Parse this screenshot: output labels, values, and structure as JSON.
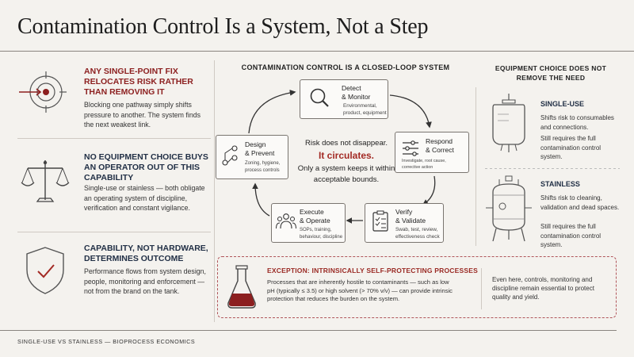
{
  "title": "Contamination Control Is a System, Not a Step",
  "left": [
    {
      "heading": "ANY SINGLE-POINT FIX RELOCATES RISK RATHER THAN REMOVING IT",
      "body": "Blocking one pathway simply shifts pressure to another. The system finds the next weakest link."
    },
    {
      "heading": "NO EQUIPMENT CHOICE BUYS AN OPERATOR OUT OF THIS CAPABILITY",
      "body": "Single-use or stainless — both obligate an operating system of discipline, verification and constant vigilance."
    },
    {
      "heading": "CAPABILITY, NOT HARDWARE, DETERMINES OUTCOME",
      "body": "Performance flows from system design, people, monitoring and enforcement — not from the brand on the tank."
    }
  ],
  "center": {
    "title": "CONTAMINATION CONTROL IS A CLOSED-LOOP SYSTEM",
    "nodes": {
      "detect": {
        "title1": "Detect",
        "title2": "& Monitor",
        "sub1": "Environmental,",
        "sub2": "product, equipment"
      },
      "respond": {
        "title1": "Respond",
        "title2": "& Correct",
        "sub1": "Investigate, root cause,",
        "sub2": "corrective action"
      },
      "verify": {
        "title1": "Verify",
        "title2": "& Validate",
        "sub1": "Swab, test, review,",
        "sub2": "effectiveness check"
      },
      "execute": {
        "title1": "Execute",
        "title2": "& Operate",
        "sub1": "SOPs, training,",
        "sub2": "behaviour, discipline"
      },
      "design": {
        "title1": "Design",
        "title2": "& Prevent",
        "sub1": "Zoning, hygiene,",
        "sub2": "process controls"
      }
    },
    "line1": "Risk does not disappear.",
    "line2": "It circulates.",
    "line3": "Only a system keeps it within acceptable bounds."
  },
  "right": {
    "title": "EQUIPMENT CHOICE DOES NOT REMOVE THE NEED",
    "single_use": {
      "heading": "SINGLE-USE",
      "p1": "Shifts risk to consumables and connections.",
      "p2": "Still requires the full contamination control system."
    },
    "stainless": {
      "heading": "STAINLESS",
      "p1": "Shifts risk to cleaning, validation and dead spaces.",
      "p2": "Still requires the full contamination control system."
    }
  },
  "exception": {
    "heading": "EXCEPTION: INTRINSICALLY SELF-PROTECTING PROCESSES",
    "body": "Processes that are inherently hostile to contaminants — such as low pH (typically ≤ 3.5) or high solvent (> 70% v/v) — can provide intrinsic protection that reduces the burden on the system.",
    "right": "Even here, controls, monitoring and discipline remain essential to protect quality and yield."
  },
  "footer": "SINGLE-USE VS STAINLESS — BIOPROCESS ECONOMICS",
  "colors": {
    "accent_red": "#a32a24",
    "navy": "#223046",
    "background": "#f4f2ee"
  }
}
